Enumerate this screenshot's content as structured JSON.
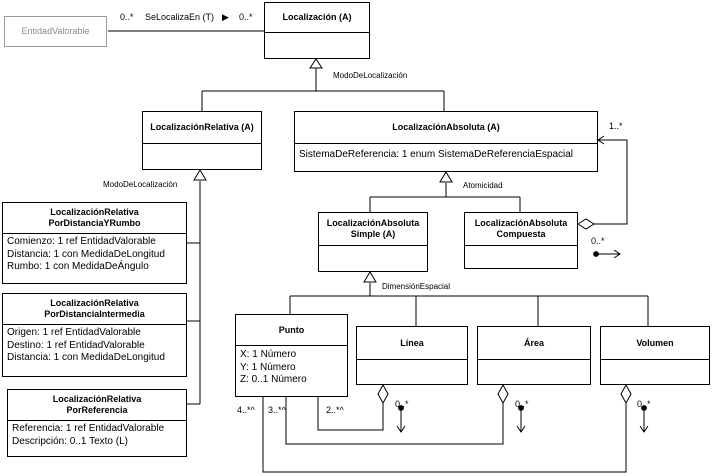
{
  "classes": {
    "entidad": {
      "name": "EntidadValorable"
    },
    "localizacion": {
      "name": "Localización (A)"
    },
    "relativa": {
      "name": "LocalizaciónRelativa (A)"
    },
    "absoluta": {
      "name": "LocalizaciónAbsoluta (A)",
      "attrs": [
        "SistemaDeReferencia: 1 enum SistemaDeReferenciaEspacial"
      ]
    },
    "rumbo": {
      "name_l1": "LocalizaciónRelativa",
      "name_l2": "PorDistanciaYRumbo",
      "attrs": [
        "Comienzo: 1 ref EntidadValorable",
        "Distancia: 1 con MedidaDeLongitud",
        "Rumbo: 1 con MedidaDeÁngulo"
      ]
    },
    "intermedia": {
      "name_l1": "LocalizaciónRelativa",
      "name_l2": "PorDistanciaIntermedia",
      "attrs": [
        "Origen: 1 ref EntidadValorable",
        "Destino: 1 ref EntidadValorable",
        "Distancia: 1 con MedidaDeLongitud"
      ]
    },
    "referencia": {
      "name_l1": "LocalizaciónRelativa",
      "name_l2": "PorReferencia",
      "attrs": [
        "Referencia: 1 ref EntidadValorable",
        "Descripción: 0..1 Texto (L)"
      ]
    },
    "simple": {
      "name_l1": "LocalizaciónAbsoluta",
      "name_l2": "Simple (A)"
    },
    "compuesta": {
      "name_l1": "LocalizaciónAbsoluta",
      "name_l2": "Compuesta"
    },
    "punto": {
      "name": "Punto",
      "attrs": [
        "X: 1 Número",
        "Y: 1 Número",
        "Z: 0..1 Número"
      ]
    },
    "linea": {
      "name": "Línea"
    },
    "area": {
      "name": "Área"
    },
    "volumen": {
      "name": "Volumen"
    }
  },
  "labels": {
    "assoc_mult_left": "0..*",
    "assoc_name": "SeLocalizaEn (T)",
    "assoc_arrow": "▶",
    "assoc_mult_right": "0..*",
    "modo_top": "ModoDeLocalización",
    "modo_left": "ModoDeLocalización",
    "atomicidad": "Atomicidad",
    "dimension": "DimensiónEspacial",
    "absoluta_mult": "1..*",
    "compuesta_mult": "0..*",
    "punto_mult_a": "4..*^",
    "punto_mult_b": "3..*^",
    "punto_mult_c": "2..*^",
    "linea_mult": "0..*",
    "area_mult": "0..*",
    "volumen_mult": "0..*"
  }
}
